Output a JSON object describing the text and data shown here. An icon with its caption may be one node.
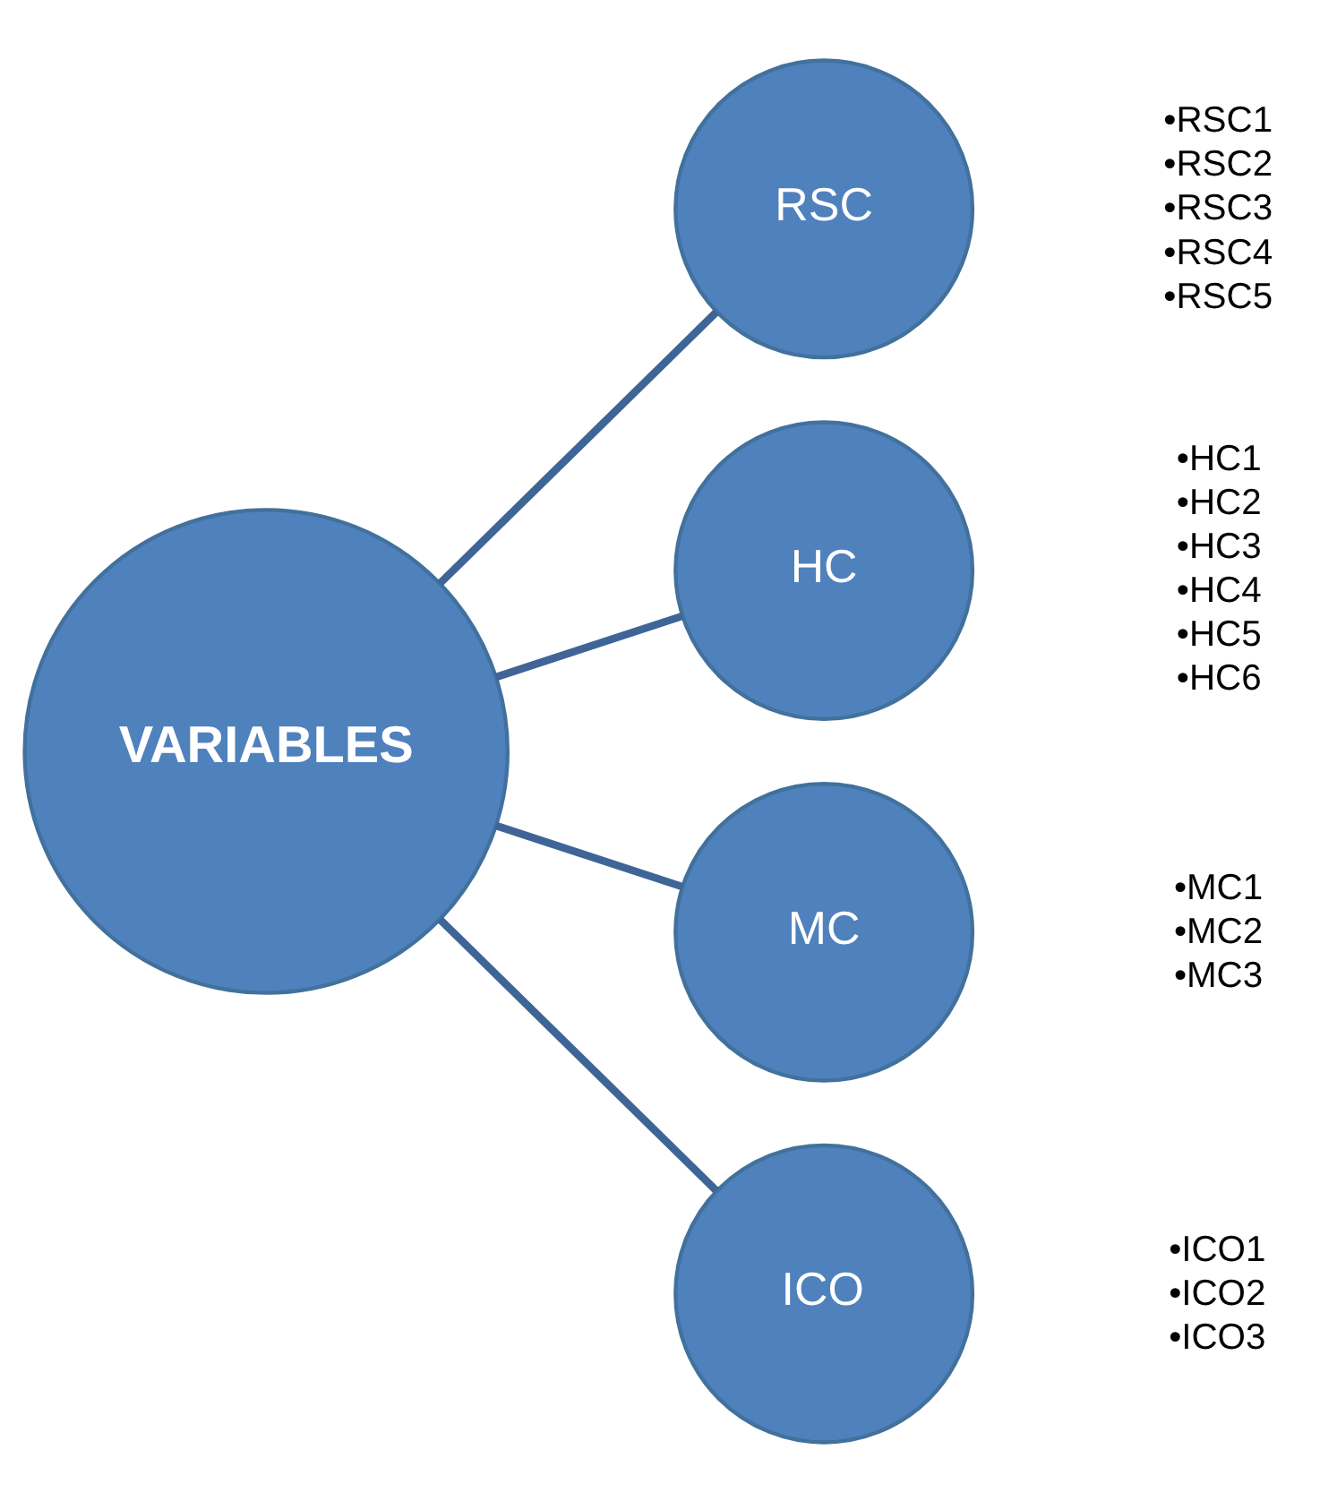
{
  "diagram": {
    "nodes": [
      {
        "text": [
          "VARIABLES"
        ]
      },
      {
        "text": [
          "RSC"
        ],
        "beside": [
          "•RSC1",
          "•RSC2",
          "•RSC3",
          "•RSC4",
          "•RSC5"
        ]
      },
      {
        "text": [
          "HC"
        ],
        "beside": [
          "•HC1",
          "•HC2",
          "•HC3",
          "•HC4",
          "•HC5",
          "•HC6"
        ]
      },
      {
        "text": [
          "MC"
        ],
        "beside": [
          "•MC1",
          "•MC2",
          "•MC3"
        ]
      },
      {
        "text": [
          "ICO"
        ],
        "beside": [
          "•ICO1",
          "•ICO2",
          "•ICO3"
        ]
      }
    ],
    "edges": [
      {
        "from": 0,
        "to": 1,
        "arrow": "none"
      },
      {
        "from": 0,
        "to": 2,
        "arrow": "none"
      },
      {
        "from": 0,
        "to": 3,
        "arrow": "none"
      },
      {
        "from": 0,
        "to": 4,
        "arrow": "none"
      }
    ]
  }
}
